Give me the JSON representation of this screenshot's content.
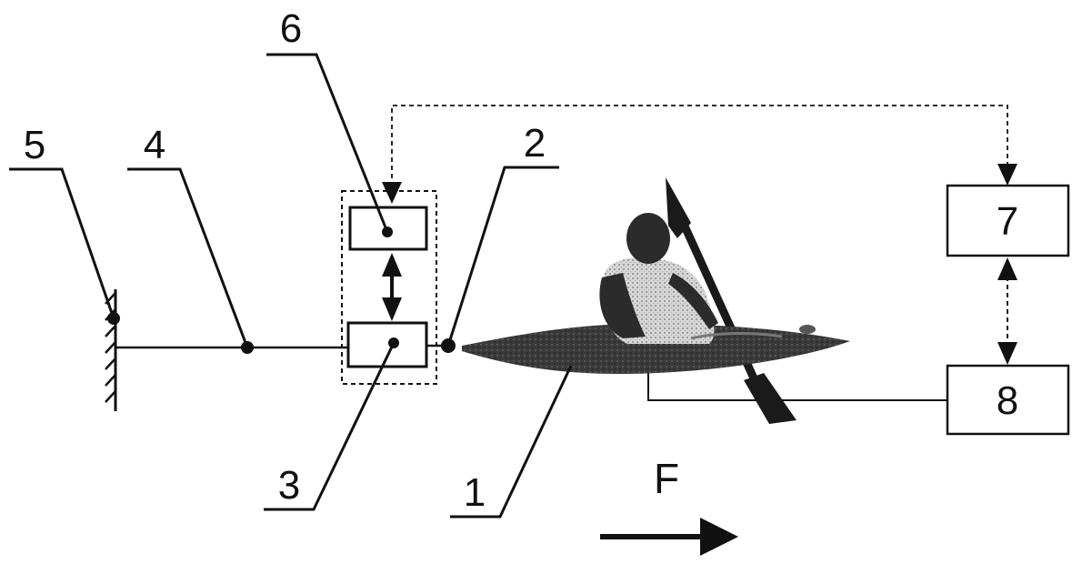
{
  "diagram": {
    "labels": {
      "kayak": "1",
      "attach_point": "2",
      "sensor_lower": "3",
      "cable": "4",
      "anchor": "5",
      "sensor_upper": "6",
      "unit_7": "7",
      "unit_8": "8"
    },
    "force_label": "F",
    "colors": {
      "ink": "#111111",
      "boat": "#3a3a3a",
      "skin": "#2b2b2b",
      "vest": "#9a9a9a"
    }
  }
}
